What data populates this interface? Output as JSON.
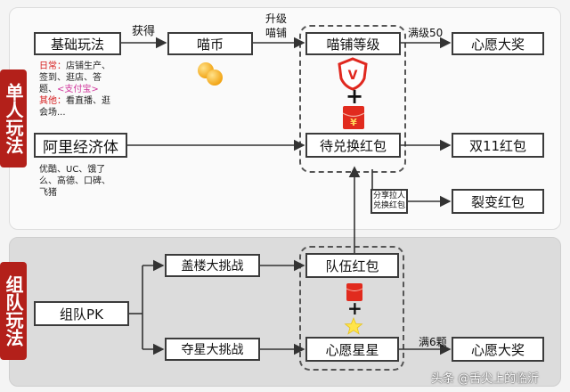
{
  "side_tabs": {
    "solo": "单人玩法",
    "team": "组队玩法"
  },
  "nodes": {
    "basic": "基础玩法",
    "miaobi": "喵币",
    "shop_level": "喵铺等级",
    "wish_reward_top": "心愿大奖",
    "ali_economy": "阿里经济体",
    "pending_redpack": "待兑换红包",
    "double11_redpack": "双11红包",
    "share_box": "分享拉人\n兑换红包",
    "fission_redpack": "裂变红包",
    "team_pk": "组队PK",
    "building_challenge": "盖楼大挑战",
    "star_challenge": "夺星大挑战",
    "team_redpack": "队伍红包",
    "wish_star": "心愿星星",
    "wish_reward_bottom": "心愿大奖"
  },
  "edge_labels": {
    "obtain": "获得",
    "upgrade_1": "升级",
    "upgrade_2": "喵铺",
    "max_level": "满级50",
    "six_stars": "满6颗"
  },
  "notes": {
    "daily_title": "日常：",
    "daily_text_1": "店铺生产、",
    "daily_text_2": "签到、逛店、答",
    "daily_text_3": "题、",
    "alipay": "<支付宝>",
    "other_title": "其他：",
    "other_text_1": "看直播、逛",
    "other_text_2": "会场...",
    "brands_1": "优酷、UC、饿了",
    "brands_2": "么、高德、口碑、",
    "brands_3": "飞猪"
  },
  "watermark": "头条 @舌尖上的临沂",
  "icons": {
    "shield_symbol": "V",
    "redpack_symbol": "¥",
    "plus_symbol": "+"
  },
  "colors": {
    "tab_red": "#b3201a",
    "coin_gold": "#f2a516",
    "shield_red": "#e0281f",
    "redpack_red": "#e12b1e",
    "star_yellow": "#ffe54a"
  }
}
